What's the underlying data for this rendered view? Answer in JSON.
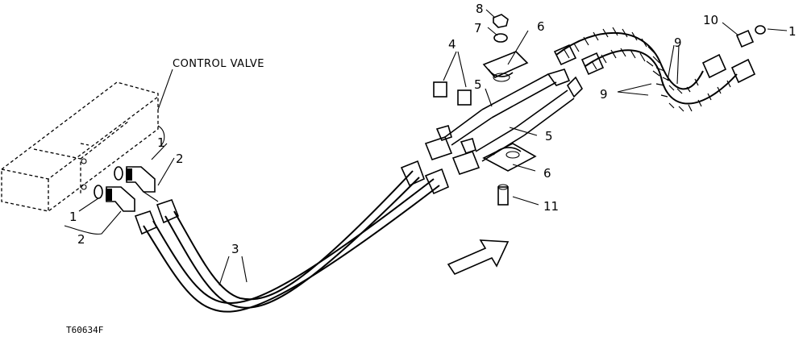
{
  "title": "CONTROL VALVE",
  "figure_id": "T60634F",
  "callouts": {
    "c1a": "1",
    "c1b": "1",
    "c1c": "1",
    "c2a": "2",
    "c2b": "2",
    "c3": "3",
    "c4": "4",
    "c5a": "5",
    "c5b": "5",
    "c6a": "6",
    "c6b": "6",
    "c7": "7",
    "c8": "8",
    "c9a": "9",
    "c9b": "9",
    "c10": "10",
    "c11": "11"
  },
  "colors": {
    "ink": "#000000",
    "paper": "#ffffff"
  }
}
